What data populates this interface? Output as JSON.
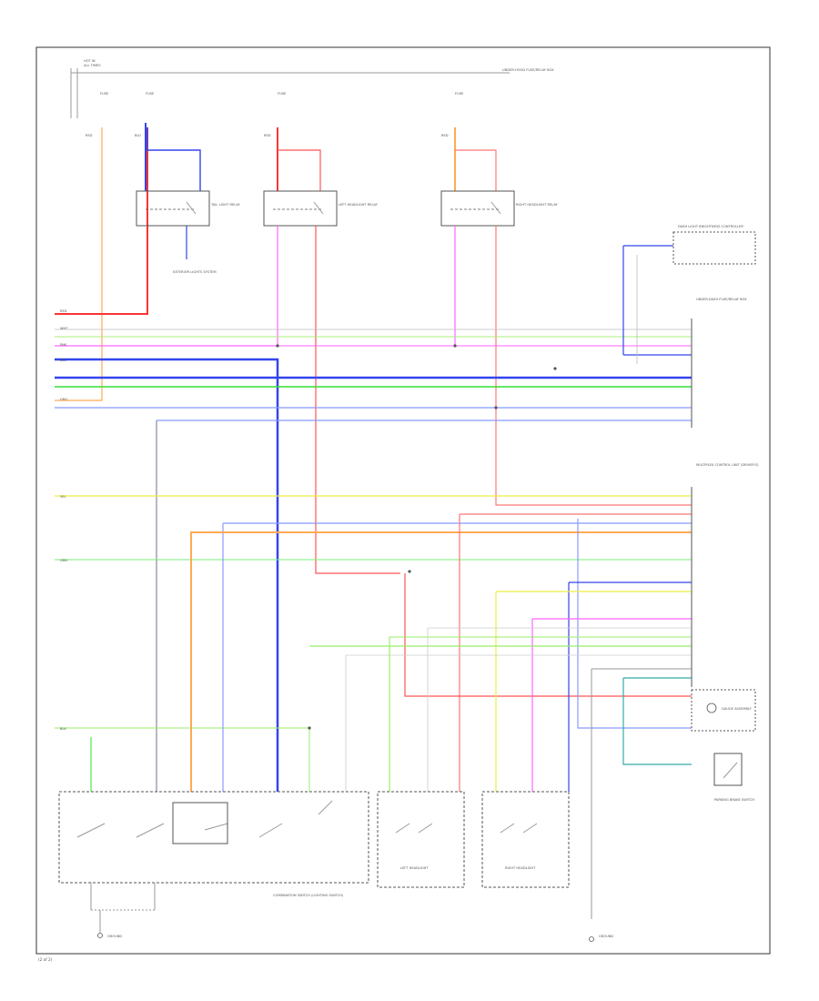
{
  "colors": {
    "red": "#ff3333",
    "pink": "#ff7777",
    "blue": "#3344ee",
    "lightblue": "#8899ff",
    "violet": "#ff66ff",
    "green": "#33dd33",
    "lightgreen": "#99ee66",
    "yellow": "#eeee44",
    "orange": "#ffaa55",
    "gray": "#999999",
    "teal": "#33aaaa"
  },
  "page_label": "(2 of 2)",
  "diagram": {
    "top_note": [
      "HOT IN",
      "ALL TIMES"
    ],
    "fuse_labels": [
      "FUSE",
      "FUSE",
      "FUSE",
      "FUSE"
    ],
    "relay_labels": [
      "TAIL LIGHT RELAY",
      "LEFT HEADLIGHT RELAY",
      "RIGHT HEADLIGHT RELAY"
    ],
    "side_notes": [
      "UNDER-HOOD FUSE/RELAY BOX"
    ],
    "components": {
      "dash_light": "DASH LIGHT BRIGHTNESS CONTROLLER",
      "mpcs": "MULTIPLEX CONTROL UNIT (DRIVER'S)",
      "under_dash": "UNDER-DASH FUSE/RELAY BOX",
      "combination_switch": "COMBINATION SWITCH (LIGHTING SWITCH)",
      "left_headlight": "LEFT HEADLIGHT",
      "right_headlight": "RIGHT HEADLIGHT",
      "parking_brake": "PARKING BRAKE SWITCH",
      "gauge": "GAUGE ASSEMBLY",
      "exterior_lights": "EXTERIOR LIGHTS SYSTEM",
      "ground_left": "GROUND",
      "ground_right": "GROUND"
    },
    "wire_labels": [
      "RED",
      "BLU",
      "RED",
      "RED",
      "YEL",
      "ORG",
      "BLU",
      "RED",
      "WHT",
      "GRN",
      "PNK",
      "BLK"
    ]
  }
}
